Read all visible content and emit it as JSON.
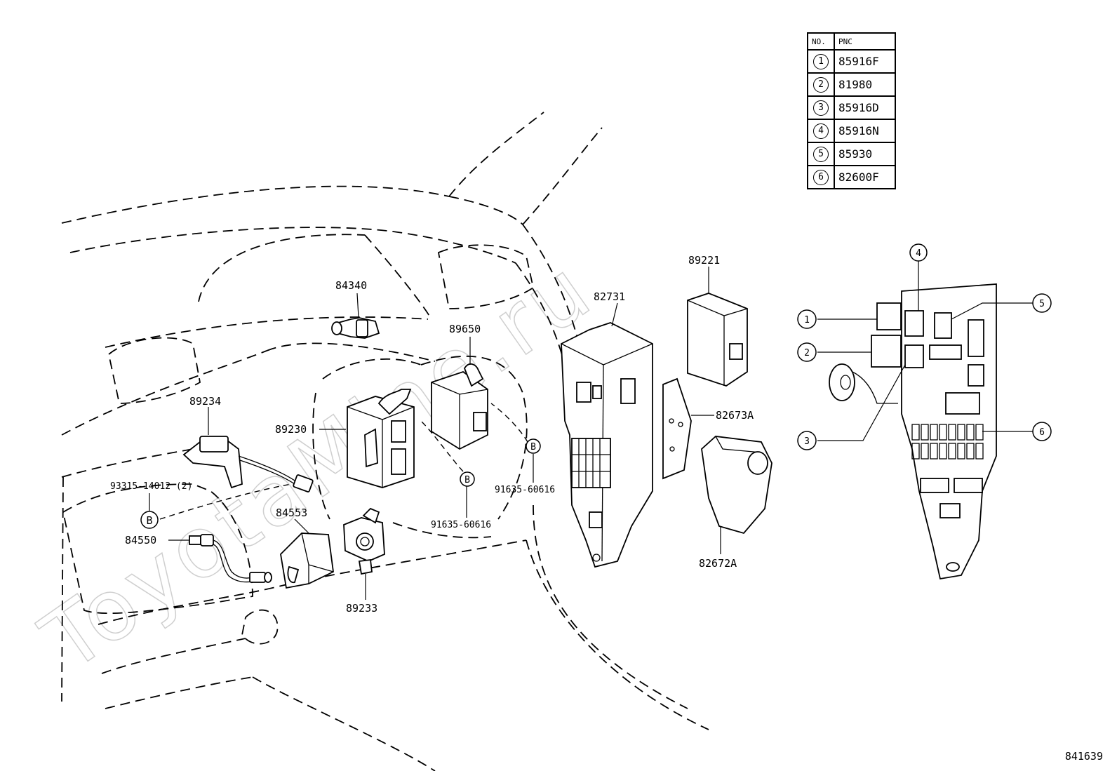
{
  "table": {
    "header_no": "NO.",
    "header_pnc": "PNC",
    "rows": [
      {
        "no": "1",
        "pnc": "85916F"
      },
      {
        "no": "2",
        "pnc": "81980"
      },
      {
        "no": "3",
        "pnc": "85916D"
      },
      {
        "no": "4",
        "pnc": "85916N"
      },
      {
        "no": "5",
        "pnc": "85930"
      },
      {
        "no": "6",
        "pnc": "82600F"
      }
    ]
  },
  "labels": {
    "p84340": "84340",
    "p89650": "89650",
    "p82731": "82731",
    "p89221": "89221",
    "p89234": "89234",
    "p89230": "89230",
    "p82673A": "82673A",
    "p93315": "93315-14012 (2)",
    "p91635a": "91635-60616",
    "p91635b": "91635-60616",
    "p84553": "84553",
    "p84550": "84550",
    "p89233": "89233",
    "p82672A": "82672A"
  },
  "markers": {
    "b_left": "B",
    "b_mid": "B",
    "b_right": "B"
  },
  "callouts": {
    "c1": "1",
    "c2": "2",
    "c3": "3",
    "c4": "4",
    "c5": "5",
    "c6": "6"
  },
  "watermark": "ToyotaMine.ru",
  "diagram_code": "841639"
}
